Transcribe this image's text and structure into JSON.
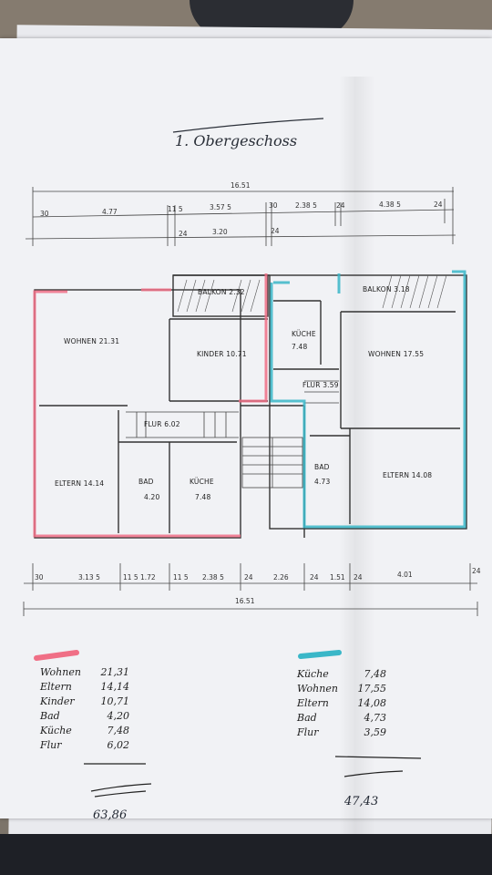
{
  "title": "1. Obergeschoss",
  "dimensions": {
    "top_total": "16.51",
    "top_segments": [
      "30",
      "4.77",
      "11 5",
      "3.57 5",
      "30",
      "2.38 5",
      "24",
      "4.38 5",
      "24"
    ],
    "top_inner": [
      "24",
      "3.20",
      "24"
    ],
    "bottom_segments": [
      "30",
      "3.13 5",
      "11 5",
      "1.72",
      "11 5",
      "2.38 5",
      "24",
      "2.26",
      "24",
      "1.51",
      "24",
      "4.01",
      "24"
    ],
    "bottom_total": "16.51"
  },
  "rooms": {
    "balkon_left": "BALKON 2.32",
    "wohnen_left": "WOHNEN 21.31",
    "kinder": "KINDER 10.71",
    "flur_left": "FLUR 6.02",
    "eltern_left": "ELTERN 14.14",
    "bad_left": "BAD",
    "bad_left_area": "4.20",
    "kueche_left": "KÜCHE",
    "kueche_left_area": "7.48",
    "balkon_right": "BALKON 3.18",
    "kueche_right": "KÜCHE",
    "kueche_right_area": "7.48",
    "flur_right": "FLUR 3.59",
    "wohnen_right": "WOHNEN 17.55",
    "bad_right": "BAD",
    "bad_right_area": "4.73",
    "eltern_right": "ELTERN 14.08"
  },
  "left_list": {
    "marker_color": "#f06f86",
    "items": [
      {
        "name": "Wohnen",
        "value": "21,31"
      },
      {
        "name": "Eltern",
        "value": "14,14"
      },
      {
        "name": "Kinder",
        "value": "10,71"
      },
      {
        "name": "Bad",
        "value": "4,20"
      },
      {
        "name": "Küche",
        "value": "7,48"
      },
      {
        "name": "Flur",
        "value": "6,02"
      }
    ],
    "total": "63,86"
  },
  "right_list": {
    "marker_color": "#3ab7c8",
    "items": [
      {
        "name": "Küche",
        "value": "7,48"
      },
      {
        "name": "Wohnen",
        "value": "17,55"
      },
      {
        "name": "Eltern",
        "value": "14,08"
      },
      {
        "name": "Bad",
        "value": "4,73"
      },
      {
        "name": "Flur",
        "value": "3,59"
      }
    ],
    "total": "47,43"
  }
}
